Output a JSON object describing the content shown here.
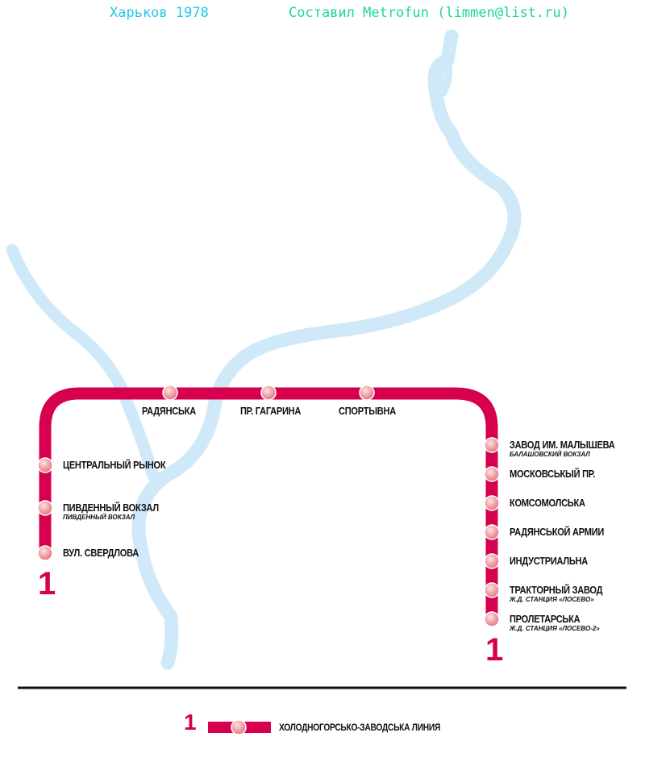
{
  "header": {
    "title": "Харьков 1978",
    "credit": "Составил Metrofun (limmen@list.ru)"
  },
  "colors": {
    "line": "#d6004f",
    "river": "#cfe9f9",
    "title": "#22c8e8",
    "credit": "#20d890"
  },
  "line": {
    "number": "1",
    "name": "ХОЛОДНОГОРСЬКО-ЗАВОДСЬКА ЛИНИЯ"
  },
  "stations": [
    {
      "name": "ВУЛ. СВЕРДЛОВА"
    },
    {
      "name": "ПИВДЕННЫЙ ВОКЗАЛ",
      "sub": "ПИВДЕННЫЙ ВОКЗАЛ"
    },
    {
      "name": "ЦЕНТРАЛЬНЫЙ РЫНОК"
    },
    {
      "name": "РАДЯНСЬКА"
    },
    {
      "name": "ПР. ГАГАРИНА"
    },
    {
      "name": "СПОРТЫВНА"
    },
    {
      "name": "ЗАВОД ИМ. МАЛЫШЕВА",
      "sub": "БАЛАШОВСКИЙ ВОКЗАЛ"
    },
    {
      "name": "МОСКОВСЬКЫЙ ПР."
    },
    {
      "name": "КОМСОМОЛСЬКА"
    },
    {
      "name": "РАДЯНСЬКОЙ АРМИИ"
    },
    {
      "name": "ИНДУСТРИАЛЬНА"
    },
    {
      "name": "ТРАКТОРНЫЙ ЗАВОД",
      "sub": "Ж.Д. СТАНЦИЯ «ЛОСЕВО»"
    },
    {
      "name": "ПРОЛЕТАРСЬКА",
      "sub": "Ж.Д. СТАНЦИЯ «ЛОСЕВО-2»"
    }
  ]
}
